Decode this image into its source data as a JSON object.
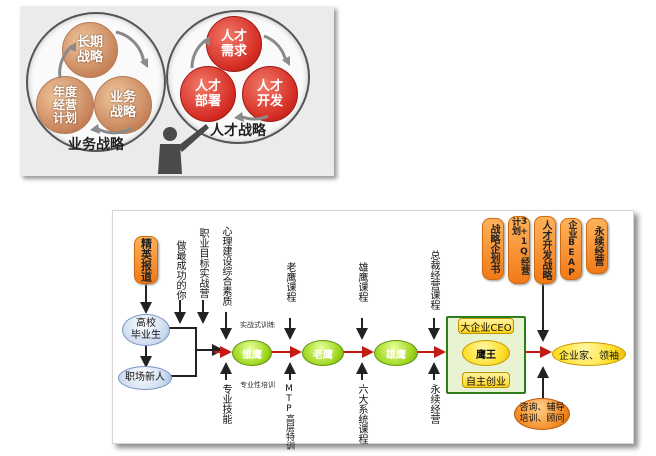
{
  "top": {
    "left_title": "业务战略",
    "right_title": "人才战略",
    "left_balls": [
      {
        "line1": "长期",
        "line2": "战略"
      },
      {
        "line1": "年度",
        "line2": "经营",
        "line3": "计划"
      },
      {
        "line1": "业务",
        "line2": "战略"
      }
    ],
    "right_balls": [
      {
        "line1": "人才",
        "line2": "需求"
      },
      {
        "line1": "人才",
        "line2": "部署"
      },
      {
        "line1": "人才",
        "line2": "开发"
      }
    ],
    "colors": {
      "tan": "#c7835a",
      "red": "#d62e24",
      "panel": "#ebebeb"
    }
  },
  "flow": {
    "start_box": "精英报道",
    "grad_line1": "高校",
    "grad_line2": "毕业生",
    "newcomer": "职场新人",
    "v_labels_top": [
      "做最成功的你",
      "职业目标实战营",
      "心理建设综合素质",
      "老鹰课程",
      "雄鹰课程",
      "总裁经营课程"
    ],
    "small_top": "实战式训练",
    "small_bottom": "专业性培训",
    "stage1": "雏鹰",
    "stage2": "老鹰",
    "stage3": "雄鹰",
    "v_labels_bottom": [
      "专业技能",
      "MTP高层特训",
      "六大系统课程",
      "永续经营"
    ],
    "ceo": "大企业CEO",
    "king": "鹰王",
    "startup": "自主创业",
    "result": "企业家、领袖",
    "support_line1": "咨询、辅导",
    "support_line2": "培训、顾问",
    "top_boxes": [
      "战略企划书",
      "3+1Q经营计划",
      "人才开发战略",
      "企业BEAP",
      "永续经营"
    ],
    "colors": {
      "orange": "#f07a18",
      "green": "#9ed61e",
      "yellow": "#ffd21a",
      "arrow": "#c41a12"
    }
  }
}
